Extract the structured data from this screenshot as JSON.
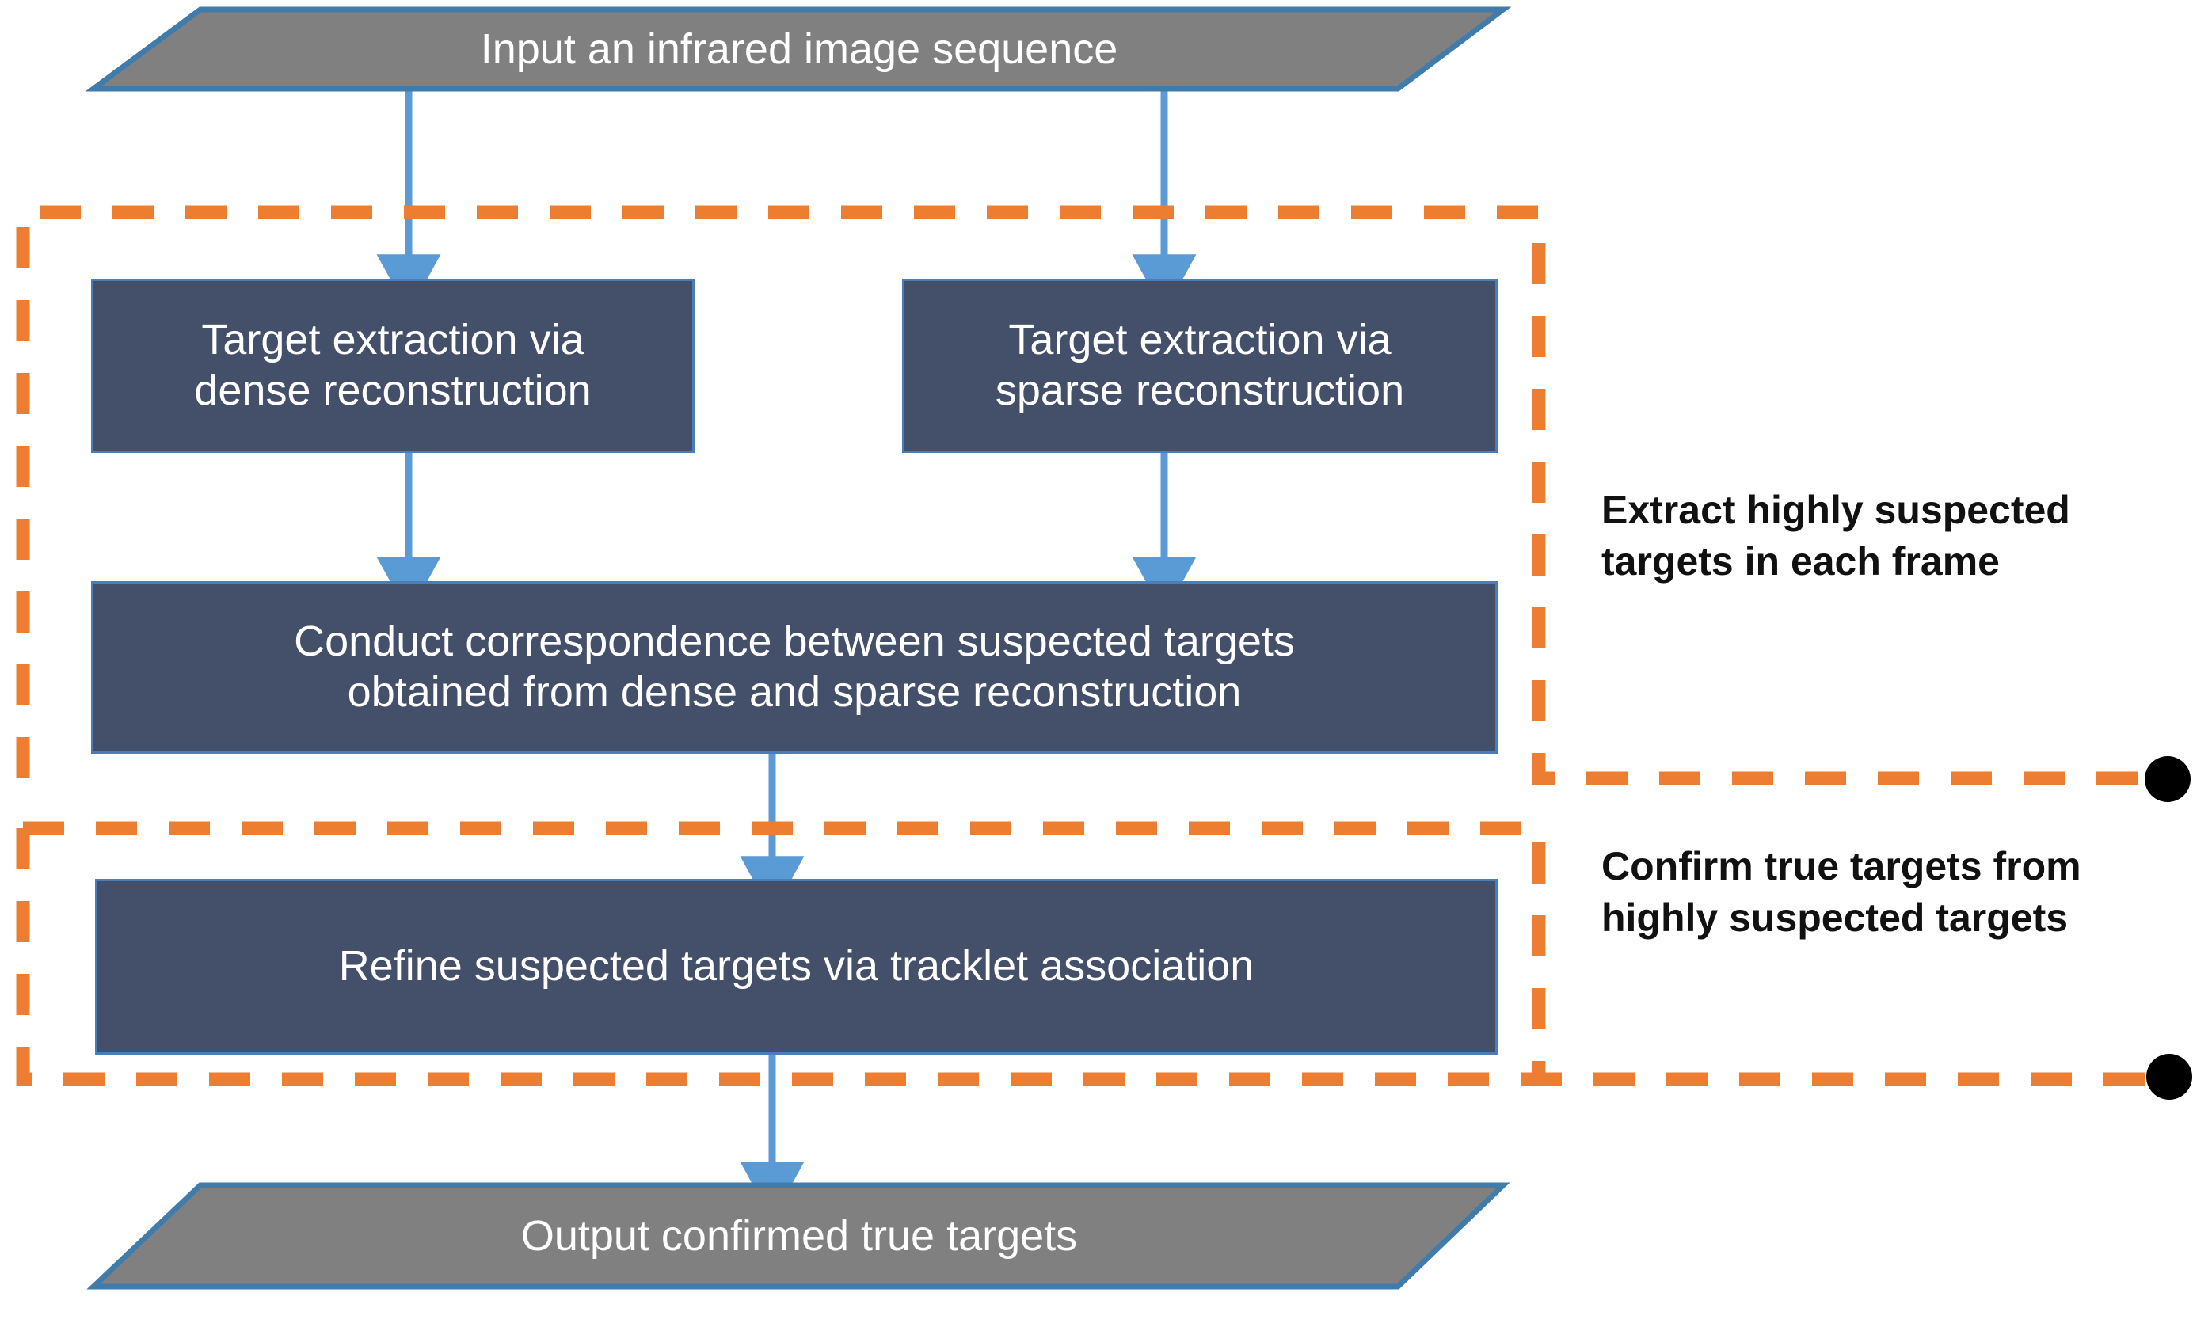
{
  "diagram": {
    "title": "Infrared small target detection flowchart",
    "colors": {
      "process_fill": "#44506a",
      "process_border": "#4a7ebb",
      "io_fill": "#808080",
      "io_border": "#3f7cac",
      "arrow": "#5b9bd5",
      "dashed_group": "#ed7d31",
      "marker_dot": "#000000",
      "annotation_text": "#111111",
      "node_text": "#ffffff",
      "background": "#ffffff"
    },
    "nodes": {
      "input": {
        "shape": "parallelogram",
        "label": "Input an infrared image sequence"
      },
      "dense": {
        "shape": "rectangle",
        "label": "Target extraction via\ndense reconstruction",
        "line1": "Target extraction via",
        "line2": "dense reconstruction"
      },
      "sparse": {
        "shape": "rectangle",
        "label": "Target extraction via\nsparse reconstruction",
        "line1": "Target extraction via",
        "line2": "sparse reconstruction"
      },
      "correspondence": {
        "shape": "rectangle",
        "label": "Conduct correspondence between suspected targets\nobtained from dense and sparse reconstruction",
        "line1": "Conduct correspondence between suspected targets",
        "line2": "obtained from dense and sparse reconstruction"
      },
      "refine": {
        "shape": "rectangle",
        "label": "Refine suspected targets via tracklet association"
      },
      "output": {
        "shape": "parallelogram",
        "label": "Output confirmed true targets"
      }
    },
    "groups": [
      {
        "id": "stage-1",
        "style": "dashed",
        "annotation": "Extract highly suspected targets in each frame",
        "annotation_lines": [
          "Extract highly suspected",
          "targets in each frame"
        ],
        "marker": "filled-circle"
      },
      {
        "id": "stage-2",
        "style": "dashed",
        "annotation": "Confirm true targets from highly suspected targets",
        "annotation_lines": [
          "Confirm true targets",
          "from highly suspected",
          "targets"
        ],
        "marker": "filled-circle"
      }
    ],
    "edges": [
      {
        "from": "input",
        "to": "dense",
        "style": "arrow"
      },
      {
        "from": "input",
        "to": "sparse",
        "style": "arrow"
      },
      {
        "from": "dense",
        "to": "correspondence",
        "style": "arrow"
      },
      {
        "from": "sparse",
        "to": "correspondence",
        "style": "arrow"
      },
      {
        "from": "correspondence",
        "to": "refine",
        "style": "arrow"
      },
      {
        "from": "refine",
        "to": "output",
        "style": "arrow"
      }
    ]
  }
}
